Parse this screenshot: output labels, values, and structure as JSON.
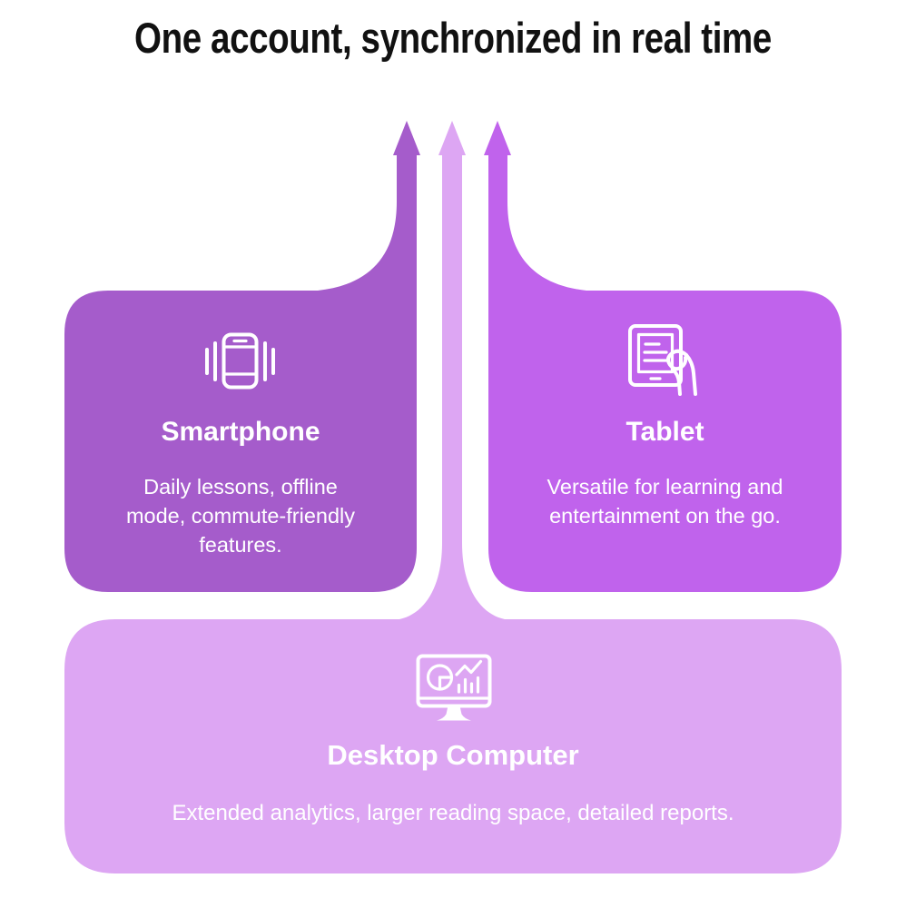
{
  "page": {
    "title": "One account, synchronized in real time",
    "background": "#ffffff",
    "title_color": "#111111"
  },
  "colors": {
    "smartphone": "#A55CCB",
    "tablet": "#C063EC",
    "desktop": "#DDA6F3",
    "card_text": "#ffffff",
    "icon_stroke": "#ffffff"
  },
  "arrows": {
    "direction": "up",
    "count": 3,
    "left_arrow_source": "Smartphone",
    "middle_arrow_source": "Desktop Computer",
    "right_arrow_source": "Tablet"
  },
  "cards": {
    "smartphone": {
      "title": "Smartphone",
      "description": "Daily lessons, offline\nmode, commute-friendly\nfeatures.",
      "icon": "vibrating-smartphone-icon"
    },
    "tablet": {
      "title": "Tablet",
      "description": "Versatile for learning and\nentertainment on the go.",
      "icon": "tablet-in-hand-icon"
    },
    "desktop": {
      "title": "Desktop Computer",
      "description": "Extended analytics, larger reading space, detailed reports.",
      "icon": "desktop-analytics-icon"
    }
  }
}
